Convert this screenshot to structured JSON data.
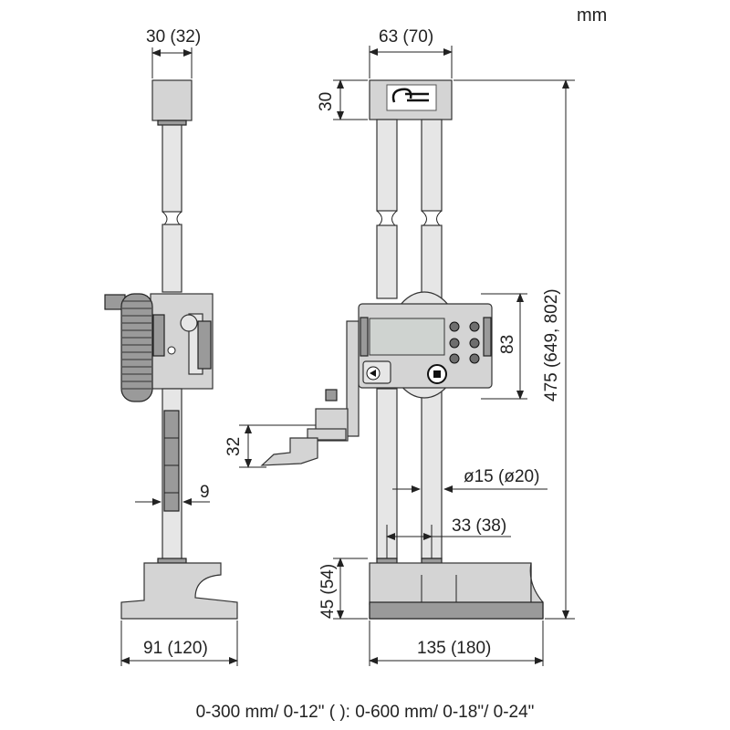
{
  "units": "mm",
  "footer_note": "0-300 mm/ 0-12\" ( ): 0-600 mm/ 0-18\"/ 0-24\"",
  "side_view": {
    "top_width": "30 (32)",
    "slider_offset": "9",
    "base_depth": "91 (120)"
  },
  "front_view": {
    "top_width": "63 (70)",
    "top_height": "30",
    "overall_height": "475 (649, 802)",
    "display_height": "83",
    "scriber_height": "32",
    "column_diameter": "ø15 (ø20)",
    "column_spacing": "33 (38)",
    "base_height": "45 (54)",
    "base_width": "135 (180)"
  }
}
